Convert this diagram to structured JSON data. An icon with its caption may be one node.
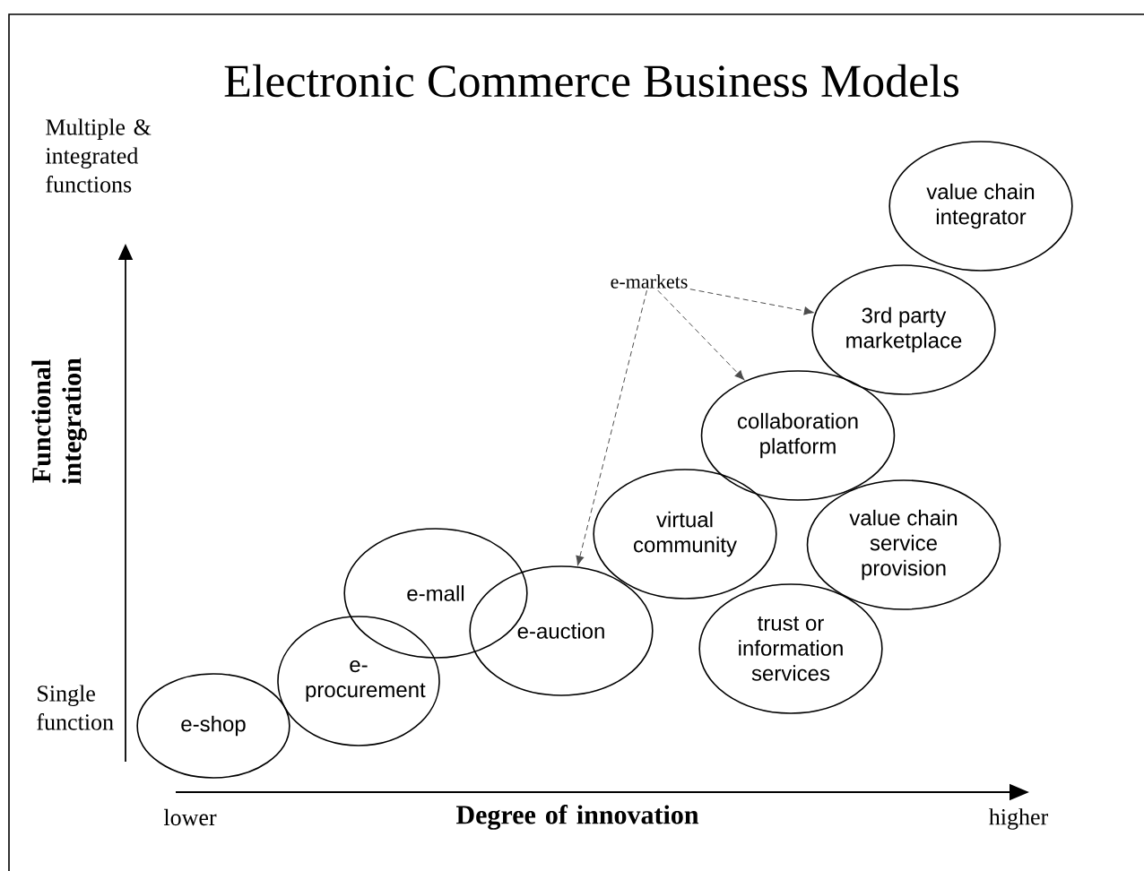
{
  "diagram": {
    "title": "Electronic Commerce Business Models",
    "nodes": [
      {
        "text": [
          "value chain integrator"
        ]
      },
      {
        "text": [
          "e-markets"
        ]
      },
      {
        "text": [
          "3rd party marketplace"
        ]
      },
      {
        "text": [
          "collaboration platform"
        ]
      },
      {
        "text": [
          "virtual community"
        ]
      },
      {
        "text": [
          "value chain service provision"
        ]
      },
      {
        "text": [
          "e-auction"
        ]
      },
      {
        "text": [
          "e-mall"
        ]
      },
      {
        "text": [
          "trust or information services"
        ]
      },
      {
        "text": [
          "e-procurement"
        ]
      },
      {
        "text": [
          "e-shop"
        ]
      }
    ],
    "edges": [
      {
        "from": 1,
        "to": 6,
        "arrow": "to",
        "style": "dashed"
      },
      {
        "from": 1,
        "to": 3,
        "arrow": "to",
        "style": "dashed"
      },
      {
        "from": 1,
        "to": 2,
        "arrow": "to",
        "style": "dashed"
      }
    ],
    "labels": [
      "Multiple & integrated functions",
      "Functional integration",
      "Single function",
      "lower",
      "Degree of innovation",
      "higher"
    ]
  }
}
